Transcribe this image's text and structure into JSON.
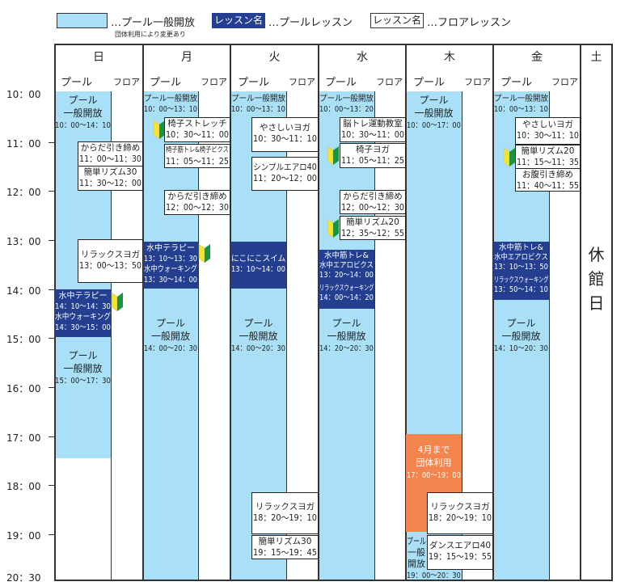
{
  "legend": {
    "pool_open": "…プール一般開放",
    "pool_open_note": "団体利用により変更あり",
    "lesson_sample": "レッスン名",
    "pool_lesson": "…プールレッスン",
    "floor_lesson": "…フロアレッスン"
  },
  "colors": {
    "pool_open": "#a9e0f8",
    "pool_lesson": "#243f8f",
    "group_use": "#f4844d"
  },
  "days": [
    {
      "name": "日",
      "pool": "プール",
      "floor": "フロア"
    },
    {
      "name": "月",
      "pool": "プール",
      "floor": "フロア"
    },
    {
      "name": "火",
      "pool": "プール",
      "floor": "フロア"
    },
    {
      "name": "水",
      "pool": "プール",
      "floor": "フロア"
    },
    {
      "name": "木",
      "pool": "プール",
      "floor": "フロア"
    },
    {
      "name": "金",
      "pool": "プール",
      "floor": "フロア"
    },
    {
      "name": "土"
    }
  ],
  "times": [
    "10：00",
    "11：00",
    "12：00",
    "13：00",
    "14：00",
    "15：00",
    "16：00",
    "17：00",
    "18：00",
    "19：00",
    "20：30"
  ],
  "sun": {
    "pool1": {
      "l1": "プール",
      "l2": "一般開放",
      "t": "10：00～14：10"
    },
    "e1": {
      "n": "からだ引き締め",
      "t": "11：00～11：30"
    },
    "e2": {
      "n": "簡単リズム30",
      "t": "11：30～12：00"
    },
    "e3": {
      "n": "リラックスヨガ",
      "t": "13：00～13：50"
    },
    "d1": {
      "n1": "水中テラピー",
      "t1": "14：10～14：30",
      "n2": "水中ウォーキング",
      "t2": "14：30～15：00"
    },
    "pool2": {
      "l1": "プール",
      "l2": "一般開放",
      "t": "15：00～17：30"
    }
  },
  "mon": {
    "pool1": {
      "l1": "プール一般開放",
      "t": "10：00～13：10"
    },
    "e1": {
      "n": "椅子ストレッチ",
      "t": "10：30～11：00"
    },
    "e2": {
      "n": "椅子筋トレ&椅子ピクス",
      "t": "11：05～11：25"
    },
    "e3": {
      "n": "からだ引き締め",
      "t": "12：00～12：30"
    },
    "d1": {
      "n1": "水中テラピー",
      "t1": "13：10～13：30",
      "n2": "水中ウォーキング",
      "t2": "13：30～14：00"
    },
    "pool2": {
      "l1": "プール",
      "l2": "一般開放",
      "t": "14：00～20：30"
    }
  },
  "tue": {
    "pool1": {
      "l1": "プール一般開放",
      "t": "10：00～13：10"
    },
    "e1": {
      "n": "やさしいヨガ",
      "t": "10：30～11：10"
    },
    "e2": {
      "n": "シンプルエアロ40",
      "t": "11：20～12：00"
    },
    "d1": {
      "n1": "にこにこスイム",
      "t1": "13：10～14：00"
    },
    "pool2": {
      "l1": "プール",
      "l2": "一般開放",
      "t": "14：00～20：30"
    },
    "e3": {
      "n": "リラックスヨガ",
      "t": "18：20～19：10"
    },
    "e4": {
      "n": "簡単リズム30",
      "t": "19：15～19：45"
    }
  },
  "wed": {
    "pool1": {
      "l1": "プール一般開放",
      "t": "10：00～13：20"
    },
    "e1": {
      "n": "脳トレ運動教室",
      "t": "10：30～11：00"
    },
    "e2": {
      "n": "椅子ヨガ",
      "t": "11：05～11：25"
    },
    "e3": {
      "n": "からだ引き締め",
      "t": "12：00～12：30"
    },
    "e4": {
      "n": "簡単リズム20",
      "t": "12：35～12：55"
    },
    "d1": {
      "n1": "水中筋トレ&",
      "n1b": "水中エアロビクス",
      "t1": "13：20～14：00",
      "n2": "リラックスウォーキング",
      "t2": "14：00～14：20"
    },
    "pool2": {
      "l1": "プール",
      "l2": "一般開放",
      "t": "14：20～20：30"
    }
  },
  "thu": {
    "pool1": {
      "l1": "プール",
      "l2": "一般開放",
      "t": "10：00～17：00"
    },
    "o1": {
      "l1": "4月まで",
      "l2": "団体利用",
      "t": "17：00～19：00"
    },
    "e1": {
      "n": "リラックスヨガ",
      "t": "18：20～19：10"
    },
    "pool2": {
      "l1": "プール",
      "l2": "一般",
      "l3": "開放",
      "t": "19：00～20：30"
    },
    "e2": {
      "n": "ダンスエアロ40",
      "t": "19：15～19：55"
    }
  },
  "fri": {
    "pool1": {
      "l1": "プール一般開放",
      "t": "10：00～13：10"
    },
    "e1": {
      "n": "やさしいヨガ",
      "t": "10：30～11：10"
    },
    "e2": {
      "n": "簡単リズム20",
      "t": "11：15～11：35"
    },
    "e3": {
      "n": "お腹引き締め",
      "t": "11：40～11：55"
    },
    "d1": {
      "n1": "水中筋トレ&",
      "n1b": "水中エアロビクス",
      "t1": "13：10～13：50",
      "n2": "リラックスウォーキング",
      "t2": "13：50～14：10"
    },
    "pool2": {
      "l1": "プール",
      "l2": "一般開放",
      "t": "14：10～20：30"
    }
  },
  "sat": {
    "c1": "休",
    "c2": "館",
    "c3": "日"
  }
}
